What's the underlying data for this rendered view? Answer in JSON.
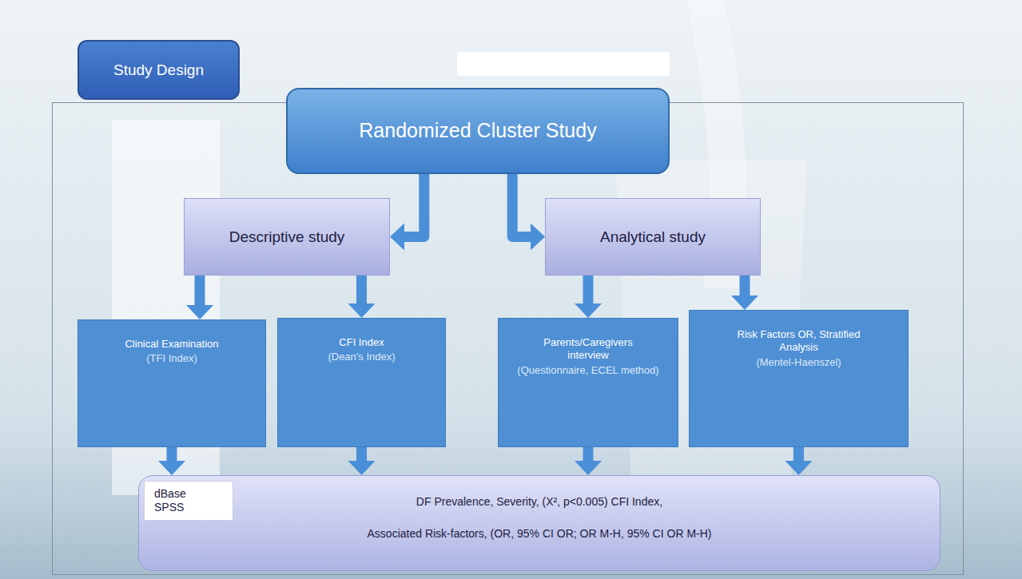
{
  "diagram": {
    "nodes": [
      {
        "text": [
          "Study Design"
        ]
      },
      {
        "text": [
          "Randomized Cluster Study"
        ]
      },
      {
        "text": [
          "Descriptive study"
        ]
      },
      {
        "text": [
          "Analytical study"
        ]
      },
      {
        "text": [
          "Clinical Examination",
          "(TFI Index)"
        ]
      },
      {
        "text": [
          "CFI Index",
          "(Dean's Index)"
        ]
      },
      {
        "text": [
          "Parents/Caregivers interview",
          "(Questionnaire, ECEL method)"
        ]
      },
      {
        "text": [
          "Risk Factors OR, Stratified Analysis",
          "(Mentel-Haenszel)"
        ]
      },
      {
        "text": [
          "DF Prevalence, Severity, (X², p<0.005) CFI Index,",
          "Associated Risk-factors, (OR, 95% CI OR; OR M-H, 95% CI OR M-H)"
        ]
      },
      {
        "text": [
          "dBase SPSS"
        ],
        "in": 8
      }
    ],
    "edges": [
      {
        "from": 1,
        "to": 2,
        "arrow": "to"
      },
      {
        "from": 1,
        "to": 3,
        "arrow": "to"
      },
      {
        "from": 2,
        "to": 4,
        "arrow": "to"
      },
      {
        "from": 2,
        "to": 5,
        "arrow": "to"
      },
      {
        "from": 3,
        "to": 6,
        "arrow": "to"
      },
      {
        "from": 3,
        "to": 7,
        "arrow": "to"
      },
      {
        "from": 4,
        "to": 8,
        "arrow": "to"
      },
      {
        "from": 5,
        "to": 8,
        "arrow": "to"
      },
      {
        "from": 6,
        "to": 8,
        "arrow": "to"
      },
      {
        "from": 7,
        "to": 8,
        "arrow": "to"
      }
    ]
  }
}
